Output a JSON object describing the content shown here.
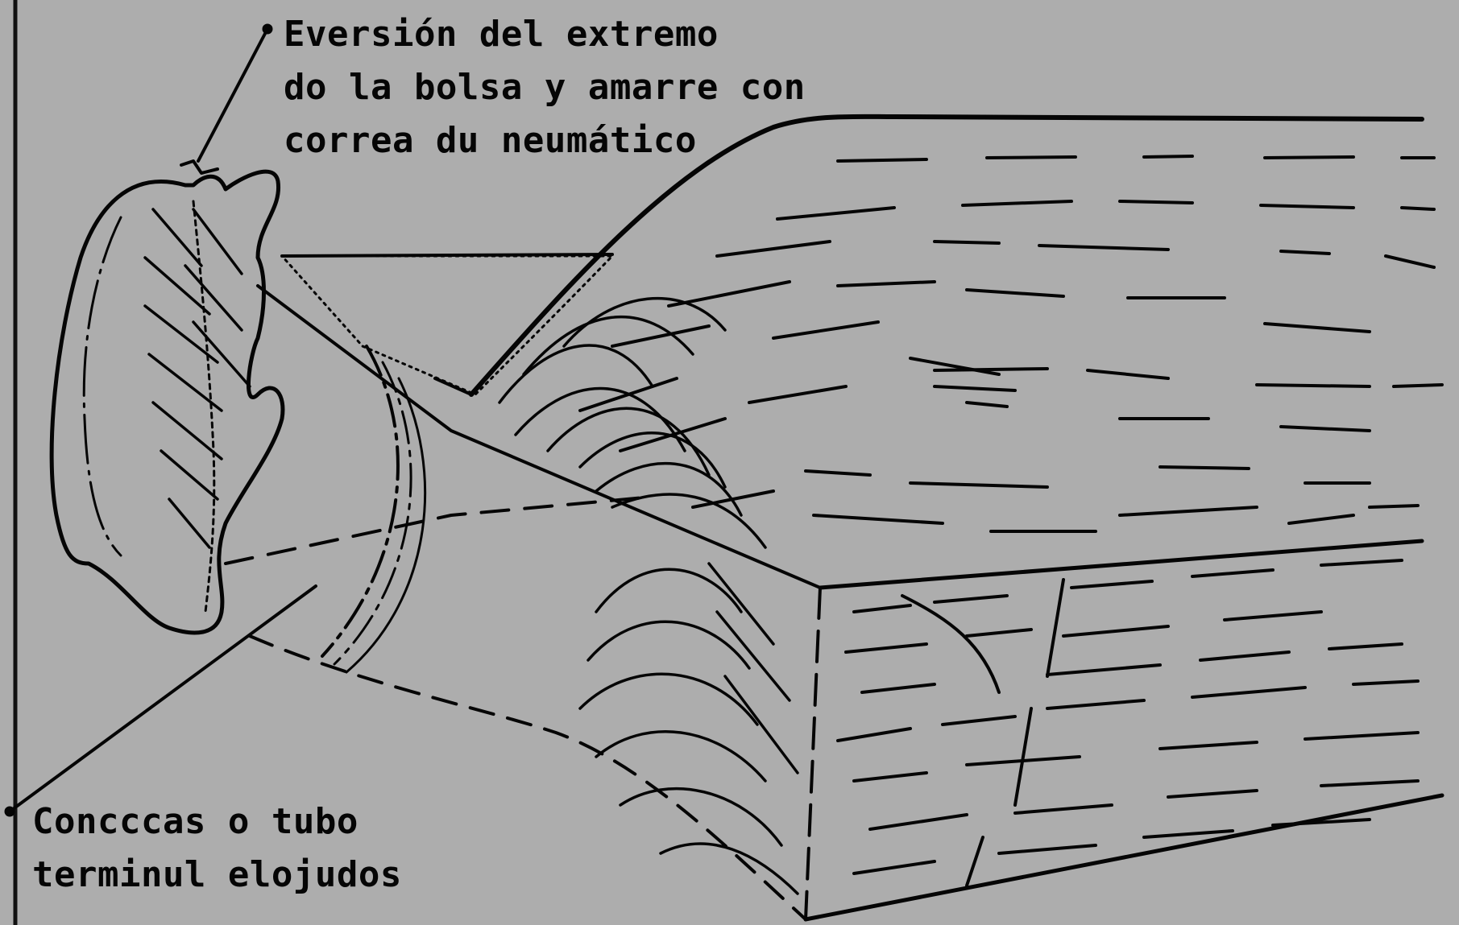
{
  "diagram": {
    "background": "#adadad",
    "ink": "#050505",
    "callouts": {
      "top": {
        "lines": [
          "Eversión del extremo",
          "do la bolsa y amarre con",
          "correa du neumático"
        ]
      },
      "bottom": {
        "lines": [
          "Concccas o tubo",
          "terminul elojudos"
        ]
      }
    }
  }
}
